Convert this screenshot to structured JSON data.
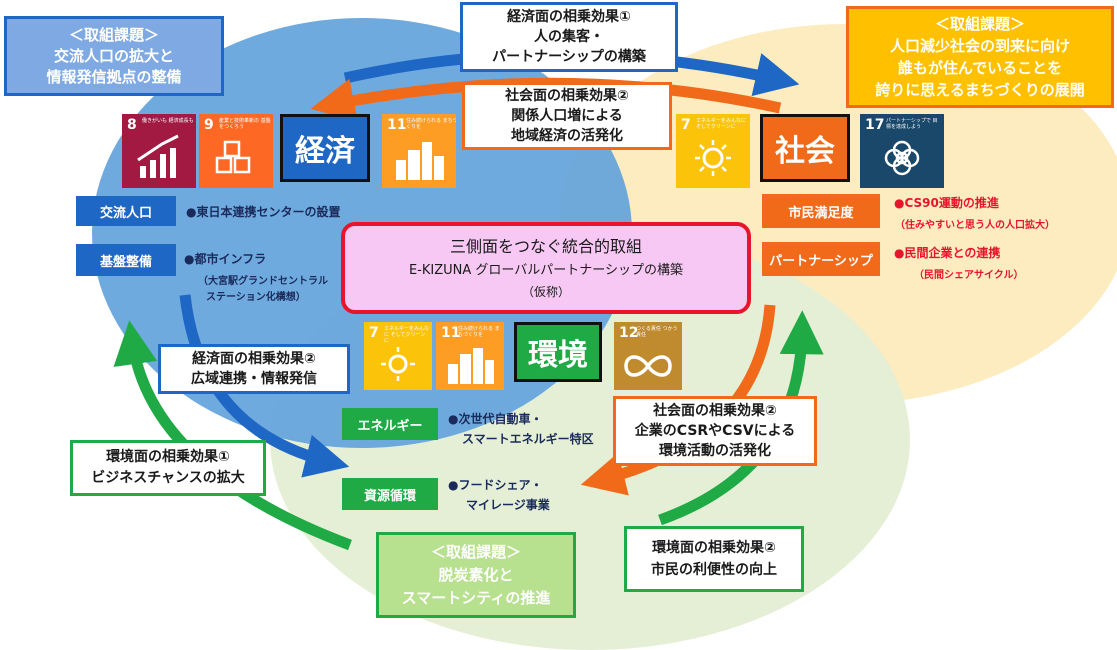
{
  "colors": {
    "economy_circle": "#5b9bd5",
    "society_circle": "#fbe9b4",
    "environment_circle": "#dcebc9",
    "blue": "#1f67c4",
    "orange": "#f06a1a",
    "green": "#1faa45",
    "red": "#e8142b",
    "pink": "#f7c8f3"
  },
  "issues": {
    "economy": {
      "title": "＜取組課題＞",
      "line1": "交流人口の拡大と",
      "line2": "情報発信拠点の整備"
    },
    "society": {
      "title": "＜取組課題＞",
      "line1": "人口減少社会の到来に向け",
      "line2": "誰もが住んでいることを",
      "line3": "誇りに思えるまちづくりの展開"
    },
    "environment": {
      "title": "＜取組課題＞",
      "line1": "脱炭素化と",
      "line2": "スマートシティの推進"
    }
  },
  "synergies": {
    "econ1": {
      "line1": "経済面の相乗効果①",
      "line2": "人の集客・",
      "line3": "パートナーシップの構築"
    },
    "soc2_top": {
      "line1": "社会面の相乗効果②",
      "line2": "関係人口増による",
      "line3": "地域経済の活発化"
    },
    "econ2": {
      "line1": "経済面の相乗効果②",
      "line2": "広域連携・情報発信"
    },
    "soc2_right": {
      "line1": "社会面の相乗効果②",
      "line2": "企業のCSRやCSVによる",
      "line3": "環境活動の活発化"
    },
    "env1": {
      "line1": "環境面の相乗効果①",
      "line2": "ビジネスチャンスの拡大"
    },
    "env2": {
      "line1": "環境面の相乗効果②",
      "line2": "市民の利便性の向上"
    }
  },
  "center": {
    "line1": "三側面をつなぐ統合的取組",
    "line2": "E-KIZUNA グローバルパートナーシップの構築",
    "line3": "（仮称）"
  },
  "pillars": {
    "economy": "経済",
    "society": "社会",
    "environment": "環境"
  },
  "sdg": {
    "goal8": {
      "num": "8",
      "caption": "働きがいも 経済成長も",
      "color": "#a21942"
    },
    "goal9": {
      "num": "9",
      "caption": "産業と技術革新の 基盤をつくろう",
      "color": "#fd6925"
    },
    "goal11a": {
      "num": "11",
      "caption": "住み続けられる まちづくりを",
      "color": "#fd9d24"
    },
    "goal7a": {
      "num": "7",
      "caption": "エネルギーをみんなに そしてクリーンに",
      "color": "#fcc30b"
    },
    "goal17": {
      "num": "17",
      "caption": "パートナーシップで 目標を達成しよう",
      "color": "#19486a"
    },
    "goal7b": {
      "num": "7",
      "caption": "エネルギーをみんなに そしてクリーンに",
      "color": "#fcc30b"
    },
    "goal11b": {
      "num": "11",
      "caption": "住み続けられる まちづくりを",
      "color": "#fd9d24"
    },
    "goal12": {
      "num": "12",
      "caption": "つくる責任 つかう責任",
      "color": "#bf8b2e"
    }
  },
  "economy_items": {
    "exchange_label": "交流人口",
    "exchange_note": "●東日本連携センターの設置",
    "infra_label": "基盤整備",
    "infra_note": "●都市インフラ",
    "infra_sub1": "（大宮駅グランドセントラル",
    "infra_sub2": "ステーション化構想）"
  },
  "society_items": {
    "satisfaction_label": "市民満足度",
    "satisfaction_note": "●CS90運動の推進",
    "satisfaction_sub": "（住みやすいと思う人の人口拡大）",
    "partnership_label": "パートナーシップ",
    "partnership_note": "●民間企業との連携",
    "partnership_sub": "（民間シェアサイクル）"
  },
  "environment_items": {
    "energy_label": "エネルギー",
    "energy_note1": "●次世代自動車・",
    "energy_note2": "スマートエネルギー特区",
    "resource_label": "資源循環",
    "resource_note1": "●フードシェア・",
    "resource_note2": "マイレージ事業"
  }
}
